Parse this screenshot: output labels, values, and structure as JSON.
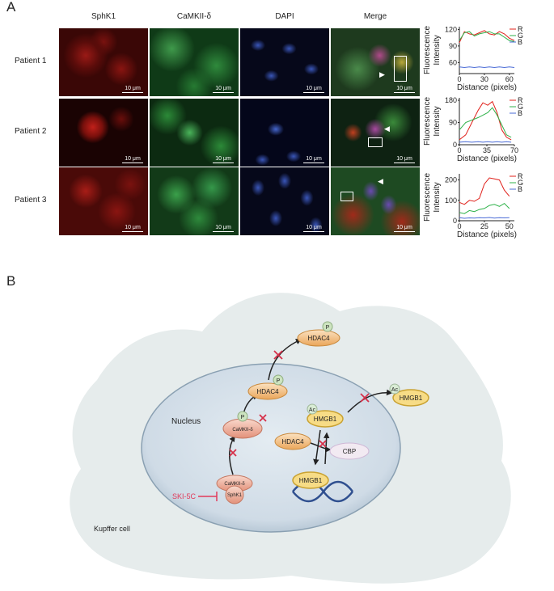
{
  "panel_a": {
    "letter": "A",
    "columns": [
      "SphK1",
      "CaMKII-δ",
      "DAPI",
      "Merge"
    ],
    "rows": [
      "Patient 1",
      "Patient 2",
      "Patient 3"
    ],
    "scale_label": "10 μm",
    "colors": {
      "red": "#e0201a",
      "green": "#2fb24a",
      "blue": "#4a6bd6"
    }
  },
  "chart_data": [
    {
      "type": "line",
      "xlabel": "Distance (pixels)",
      "ylabel": "Fluorescence Intensity",
      "xticks": [
        0,
        30,
        60
      ],
      "yticks": [
        60,
        90,
        120
      ],
      "xlim": [
        0,
        66
      ],
      "ylim": [
        40,
        125
      ],
      "legend": [
        "R",
        "G",
        "B"
      ],
      "legend_position": "top-right",
      "series": [
        {
          "name": "R",
          "color": "#e0201a",
          "x": [
            0,
            6,
            12,
            18,
            24,
            30,
            36,
            42,
            48,
            54,
            60,
            66
          ],
          "y": [
            96,
            116,
            112,
            110,
            114,
            118,
            112,
            110,
            116,
            112,
            104,
            100
          ]
        },
        {
          "name": "G",
          "color": "#2fb24a",
          "x": [
            0,
            6,
            12,
            18,
            24,
            30,
            36,
            42,
            48,
            54,
            60,
            66
          ],
          "y": [
            100,
            114,
            116,
            108,
            112,
            114,
            116,
            112,
            112,
            106,
            100,
            98
          ]
        },
        {
          "name": "B",
          "color": "#4a6bd6",
          "x": [
            0,
            6,
            12,
            18,
            24,
            30,
            36,
            42,
            48,
            54,
            60,
            66
          ],
          "y": [
            52,
            51,
            52,
            51,
            52,
            51,
            52,
            51,
            52,
            51,
            52,
            51
          ]
        }
      ]
    },
    {
      "type": "line",
      "xlabel": "Distance (pixels)",
      "ylabel": "Fluorescence Intensity",
      "xticks": [
        0,
        35,
        70
      ],
      "yticks": [
        0,
        90,
        180
      ],
      "xlim": [
        0,
        70
      ],
      "ylim": [
        0,
        190
      ],
      "legend": [
        "R",
        "G",
        "B"
      ],
      "legend_position": "top-right",
      "series": [
        {
          "name": "R",
          "color": "#e0201a",
          "x": [
            0,
            8,
            16,
            24,
            30,
            36,
            42,
            48,
            54,
            60,
            66
          ],
          "y": [
            20,
            40,
            90,
            140,
            170,
            160,
            175,
            130,
            60,
            30,
            20
          ]
        },
        {
          "name": "G",
          "color": "#2fb24a",
          "x": [
            0,
            8,
            16,
            24,
            30,
            36,
            42,
            48,
            54,
            60,
            66
          ],
          "y": [
            60,
            90,
            100,
            110,
            120,
            130,
            150,
            120,
            80,
            40,
            30
          ]
        },
        {
          "name": "B",
          "color": "#4a6bd6",
          "x": [
            0,
            8,
            16,
            24,
            30,
            36,
            42,
            48,
            54,
            60,
            66
          ],
          "y": [
            10,
            12,
            10,
            12,
            10,
            12,
            10,
            12,
            10,
            12,
            10
          ]
        }
      ]
    },
    {
      "type": "line",
      "xlabel": "Distance (pixels)",
      "ylabel": "Fluorescence Intensity",
      "xticks": [
        0,
        25,
        50
      ],
      "yticks": [
        0,
        100,
        200
      ],
      "xlim": [
        0,
        55
      ],
      "ylim": [
        0,
        230
      ],
      "legend": [
        "R",
        "G",
        "B"
      ],
      "legend_position": "top-right",
      "series": [
        {
          "name": "R",
          "color": "#e0201a",
          "x": [
            0,
            5,
            10,
            15,
            20,
            25,
            30,
            35,
            40,
            45,
            50
          ],
          "y": [
            90,
            80,
            100,
            95,
            110,
            180,
            210,
            205,
            200,
            150,
            120
          ]
        },
        {
          "name": "G",
          "color": "#2fb24a",
          "x": [
            0,
            5,
            10,
            15,
            20,
            25,
            30,
            35,
            40,
            45,
            50
          ],
          "y": [
            40,
            35,
            50,
            45,
            55,
            60,
            75,
            80,
            70,
            85,
            60
          ]
        },
        {
          "name": "B",
          "color": "#4a6bd6",
          "x": [
            0,
            5,
            10,
            15,
            20,
            25,
            30,
            35,
            40,
            45,
            50
          ],
          "y": [
            15,
            12,
            14,
            13,
            15,
            14,
            16,
            13,
            15,
            14,
            15
          ]
        }
      ]
    }
  ],
  "panel_b": {
    "letter": "B",
    "labels": {
      "nucleus": "Nucleus",
      "kupffer": "Kupffer cell",
      "inhibitor": "SKI-5C",
      "hdac4": "HDAC4",
      "hmgb1": "HMGB1",
      "camkii": "CaMKII-δ",
      "sphk1": "SphK1",
      "cbp": "CBP",
      "p": "P",
      "ac": "Ac"
    },
    "colors": {
      "orange_node": "#f2c48f",
      "pink_node": "#f0b7a6",
      "inhibitor": "#e23a5a",
      "cell": "#e6ecec",
      "nucleus": "#d5e0ea"
    }
  }
}
